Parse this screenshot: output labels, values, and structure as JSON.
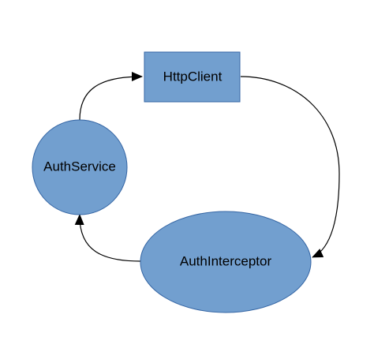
{
  "diagram": {
    "nodes": {
      "http_client": {
        "label": "HttpClient",
        "shape": "rectangle"
      },
      "auth_service": {
        "label": "AuthService",
        "shape": "circle"
      },
      "auth_interceptor": {
        "label": "AuthInterceptor",
        "shape": "ellipse"
      }
    },
    "edges": [
      {
        "from": "auth_service",
        "to": "http_client"
      },
      {
        "from": "http_client",
        "to": "auth_interceptor"
      },
      {
        "from": "auth_interceptor",
        "to": "auth_service"
      }
    ],
    "colors": {
      "node_fill": "#729fcf",
      "node_stroke": "#3465a4",
      "edge": "#000000",
      "text": "#000000"
    }
  }
}
